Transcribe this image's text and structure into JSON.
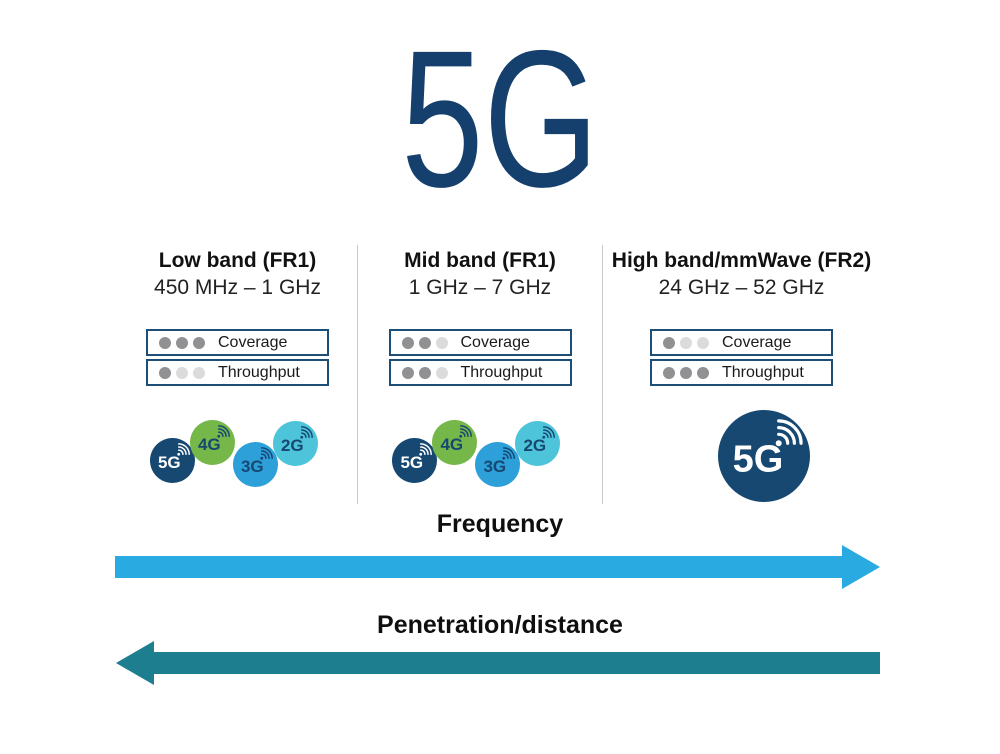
{
  "title": "5G",
  "colors": {
    "navy": "#1c4e78",
    "title": "#15406e",
    "dot_filled": "#919194",
    "dot_empty": "#dbdbdc",
    "divider": "#c9c9c9",
    "frequency_arrow": "#29abe2",
    "penetration_arrow": "#1d7e8f"
  },
  "bands": [
    {
      "name": "Low band (FR1)",
      "range": "450 MHz – 1 GHz",
      "meters": [
        {
          "label": "Coverage",
          "filled": 3,
          "total": 3
        },
        {
          "label": "Throughput",
          "filled": 1,
          "total": 3
        }
      ],
      "generations": [
        {
          "label": "5G",
          "color": "#164872",
          "text_color": "#ffffff"
        },
        {
          "label": "4G",
          "color": "#76b74a",
          "text_color": "#164872"
        },
        {
          "label": "3G",
          "color": "#2d9fd9",
          "text_color": "#164872"
        },
        {
          "label": "2G",
          "color": "#4ec4da",
          "text_color": "#164872"
        }
      ]
    },
    {
      "name": "Mid band (FR1)",
      "range": "1 GHz – 7 GHz",
      "meters": [
        {
          "label": "Coverage",
          "filled": 2,
          "total": 3
        },
        {
          "label": "Throughput",
          "filled": 2,
          "total": 3
        }
      ],
      "generations": [
        {
          "label": "5G",
          "color": "#164872",
          "text_color": "#ffffff"
        },
        {
          "label": "4G",
          "color": "#76b74a",
          "text_color": "#164872"
        },
        {
          "label": "3G",
          "color": "#2d9fd9",
          "text_color": "#164872"
        },
        {
          "label": "2G",
          "color": "#4ec4da",
          "text_color": "#164872"
        }
      ]
    },
    {
      "name": "High band/mmWave (FR2)",
      "range": "24 GHz – 52 GHz",
      "meters": [
        {
          "label": "Coverage",
          "filled": 1,
          "total": 3
        },
        {
          "label": "Throughput",
          "filled": 3,
          "total": 3
        }
      ],
      "generations": [
        {
          "label": "5G",
          "color": "#164872",
          "text_color": "#ffffff",
          "size": "large"
        }
      ]
    }
  ],
  "axes": {
    "frequency": {
      "label": "Frequency",
      "direction": "right"
    },
    "penetration": {
      "label": "Penetration/distance",
      "direction": "left"
    }
  }
}
